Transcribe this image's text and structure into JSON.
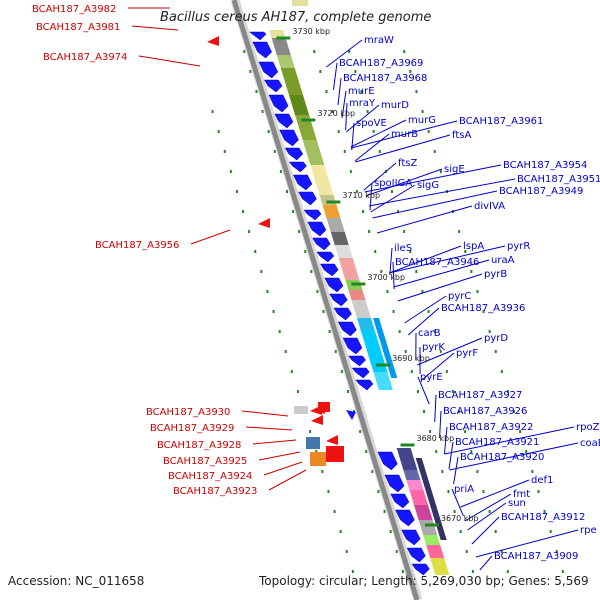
{
  "title": "Bacillus cereus AH187, complete genome",
  "footer": {
    "accession": "Accession: NC_011658",
    "summary": "Topology: circular; Length: 5,269,030 bp; Genes: 5,569"
  },
  "colors": {
    "forward_label": "#0000cc",
    "reverse_label": "#cc0000",
    "tick": "#228822",
    "backbone": "#888888",
    "gene_blue": "#1515ff",
    "gene_red": "#ee1111"
  },
  "ticks": [
    "3730 kbp",
    "3720 kbp",
    "3710 kbp",
    "3700 kbp",
    "3690 kbp",
    "3680 kbp",
    "3670 kbp"
  ],
  "forward_labels": [
    "mraW",
    "BCAH187_A3969",
    "BCAH187_A3968",
    "murE",
    "mraY",
    "murD",
    "spoVE",
    "murG",
    "BCAH187_A3961",
    "murB",
    "ftsA",
    "ftsZ",
    "sigE",
    "BCAH187_A3954",
    "spoIIGA",
    "sigG",
    "BCAH187_A3951",
    "BCAH187_A3949",
    "divIVA",
    "ileS",
    "lspA",
    "pyrR",
    "BCAH187_A3946",
    "uraA",
    "pyrB",
    "pyrC",
    "BCAH187_A3936",
    "carB",
    "pyrD",
    "pyrK",
    "pyrF",
    "pyrE",
    "BCAH187_A3927",
    "BCAH187_A3926",
    "BCAH187_A3922",
    "rpoZ",
    "BCAH187_A3921",
    "coaBC",
    "BCAH187_A3920",
    "def1",
    "priA",
    "fmt",
    "sun",
    "BCAH187_A3912",
    "rpe",
    "BCAH187_A3909"
  ],
  "reverse_labels": [
    "BCAH187_A3982",
    "BCAH187_A3981",
    "BCAH187_A3974",
    "BCAH187_A3956",
    "BCAH187_A3930",
    "BCAH187_A3929",
    "BCAH187_A3928",
    "BCAH187_A3925",
    "BCAH187_A3924",
    "BCAH187_A3923"
  ]
}
